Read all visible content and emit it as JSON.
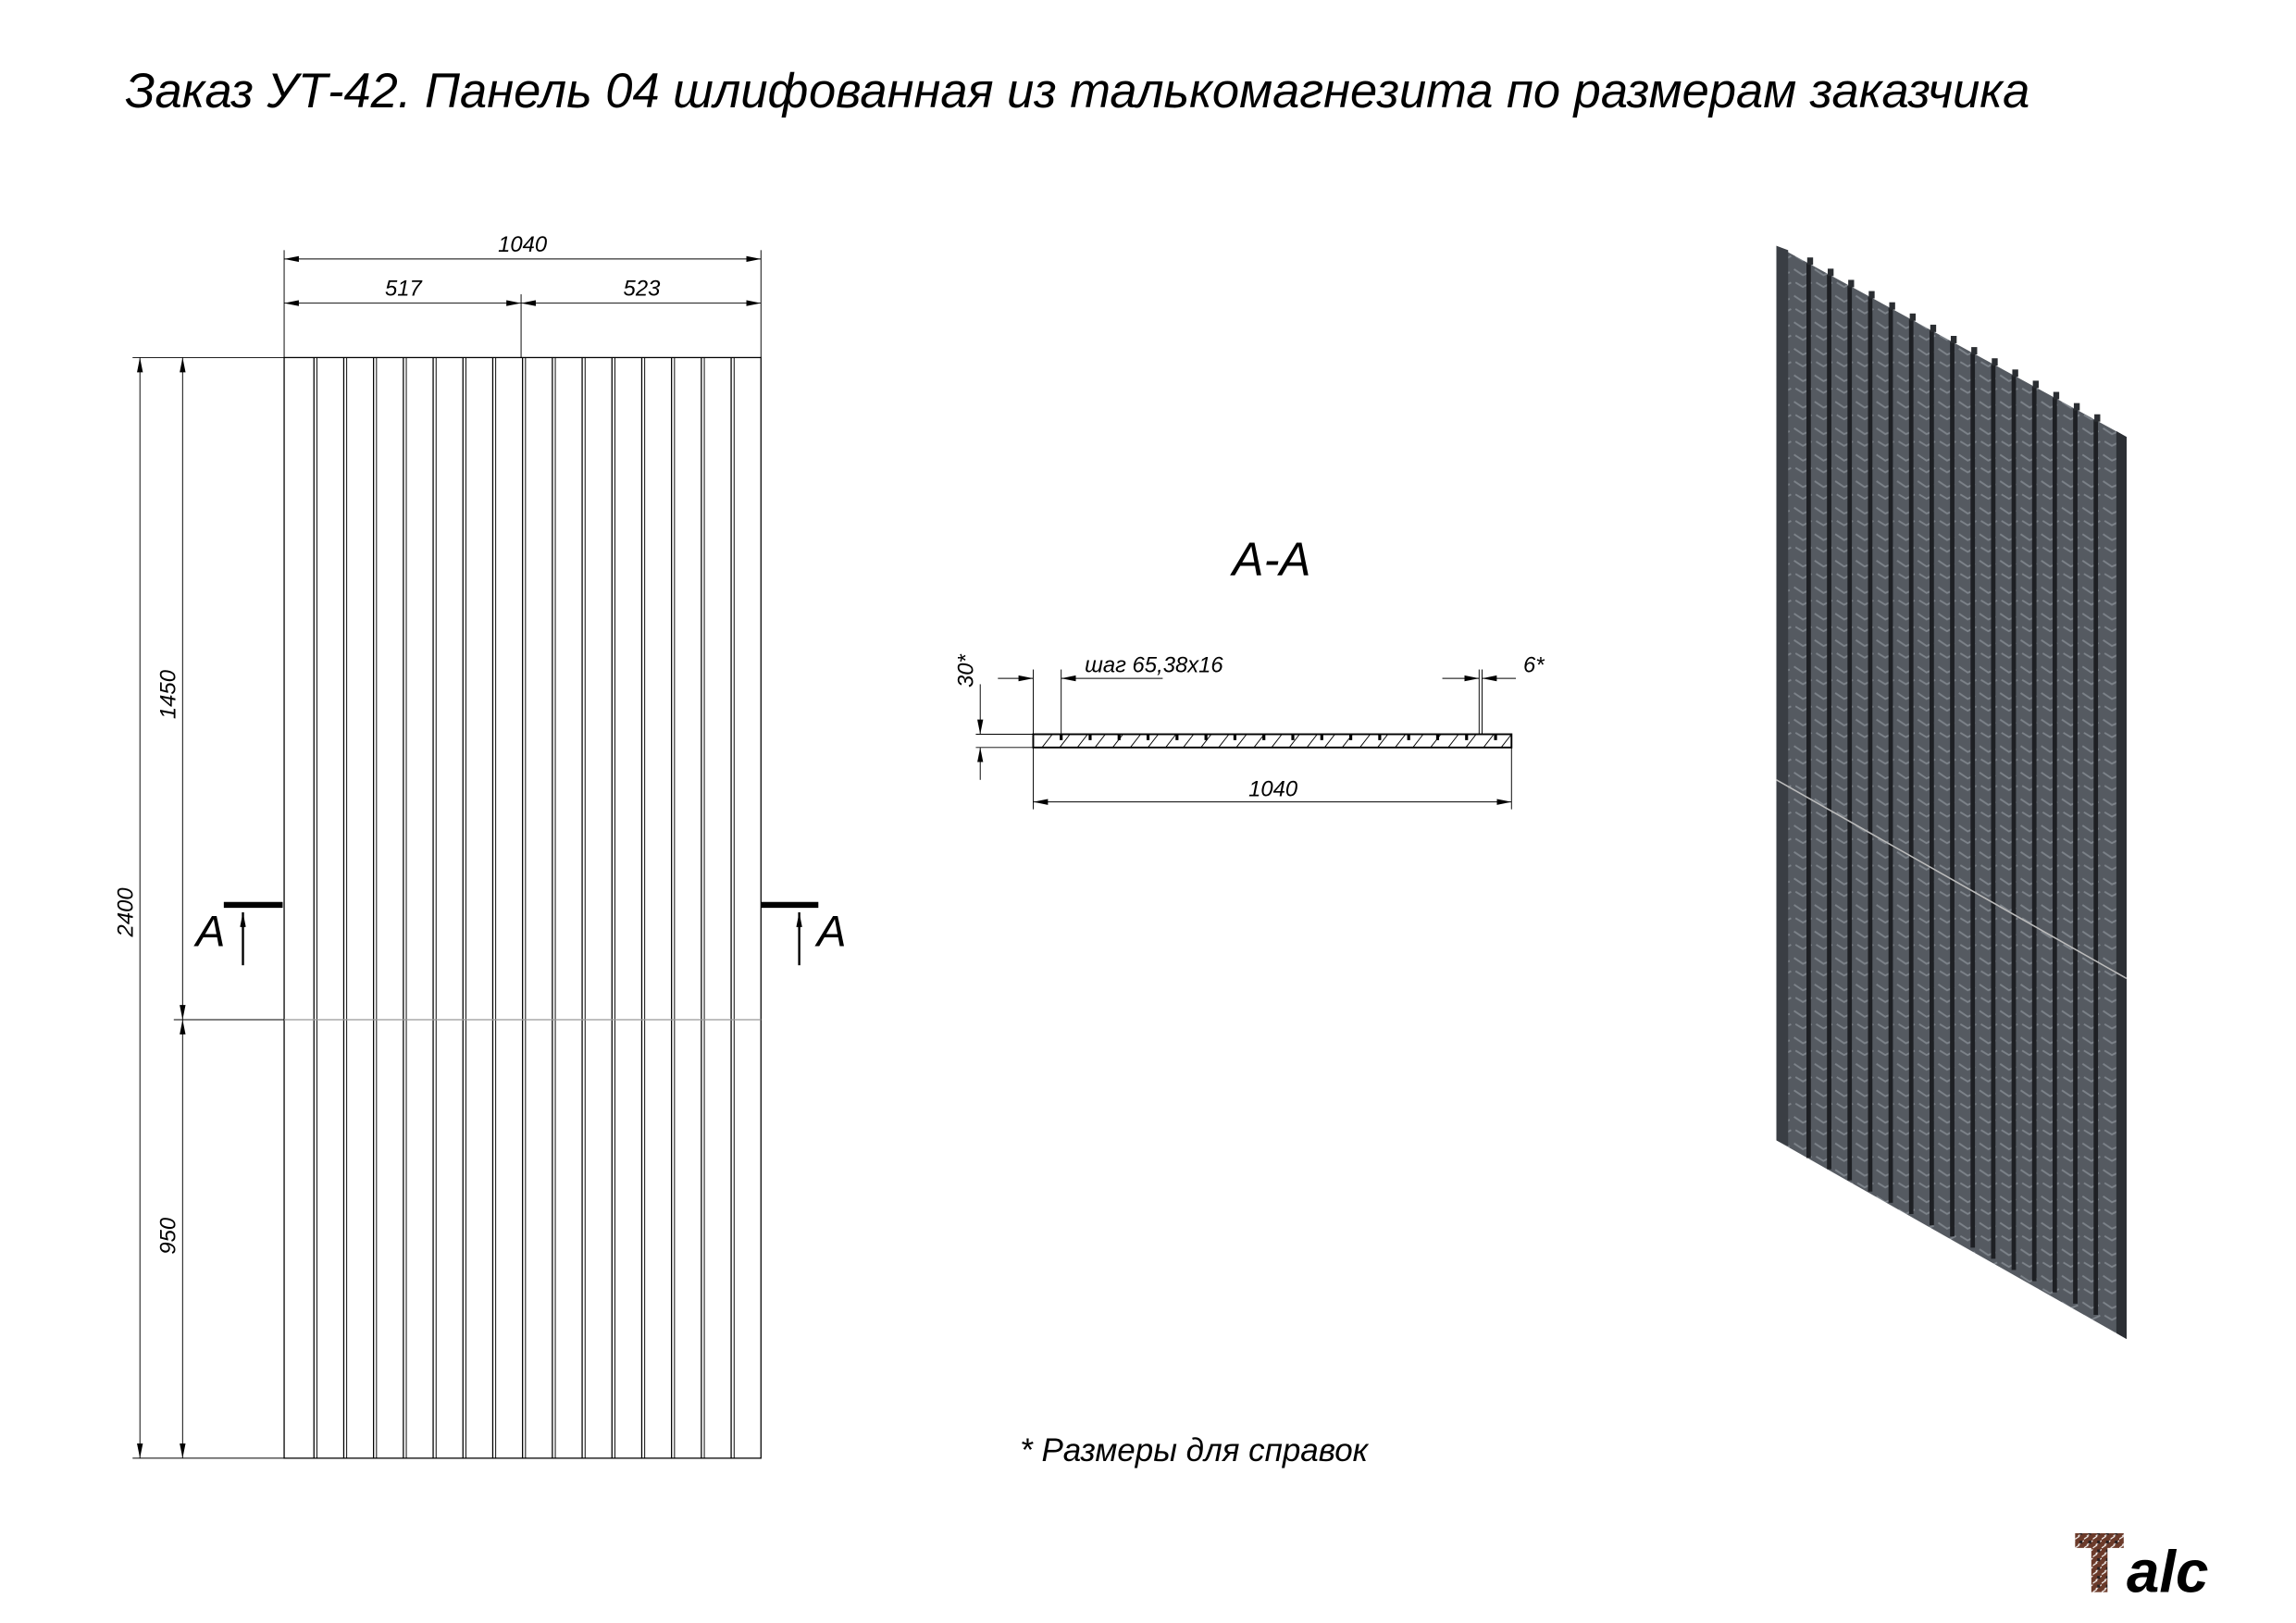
{
  "title": "Заказ УТ-42. Панель 04 шлифованная из талькомагнезита по размерам заказчика",
  "front_view": {
    "dim_total_width": "1040",
    "dim_left_width": "517",
    "dim_right_width": "523",
    "dim_total_height": "2400",
    "dim_upper_height": "1450",
    "dim_lower_height": "950",
    "section_mark_left": "А",
    "section_mark_right": "А",
    "slat_count": 16
  },
  "section": {
    "label": "А-А",
    "dim_thickness": "30*",
    "dim_pitch": "шаг 65,38x16",
    "dim_groove": "6*",
    "dim_width": "1040"
  },
  "note": "* Размеры для справок",
  "logo": "Talc",
  "colors": {
    "panel_dark": "#4a4f56",
    "logo_text": "#8a7a72",
    "logo_stone": "#6b3a2a"
  }
}
